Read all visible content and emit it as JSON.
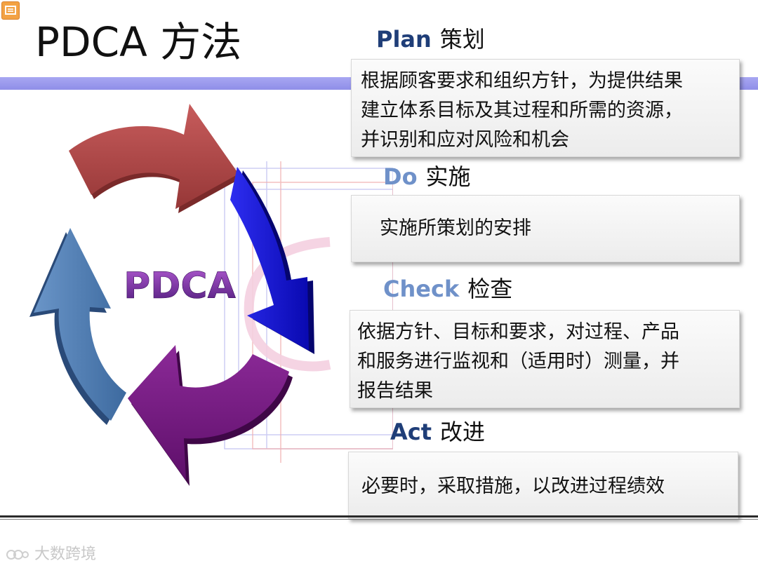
{
  "title": "PDCA 方法",
  "center_label": "PDCA",
  "watermark": "大数跨境",
  "steps": [
    {
      "en": "Plan",
      "zh": "策划",
      "lines": [
        "根据顾客要求和组织方针，为提供结果",
        "建立体系目标及其过程和所需的资源，",
        "并识别和应对风险和机会"
      ]
    },
    {
      "en": "Do",
      "zh": "实施",
      "lines": [
        "实施所策划的安排"
      ]
    },
    {
      "en": "Check",
      "zh": "检查",
      "lines": [
        "依据方针、目标和要求，对过程、产品",
        "和服务进行监视和（适用时）测量，并",
        "报告结果"
      ]
    },
    {
      "en": "Act",
      "zh": "改进",
      "lines": [
        "必要时，采取措施，以改进过程绩效"
      ]
    }
  ],
  "colors": {
    "plan_arrow": "#b24a4a",
    "do_arrow": "#1515d8",
    "check_arrow": "#7a1a86",
    "act_arrow": "#4a78b0",
    "plan_heading": "#1f3e78",
    "do_heading": "#6f91c9",
    "check_heading": "#6f91c9",
    "act_heading": "#1f3e78"
  }
}
